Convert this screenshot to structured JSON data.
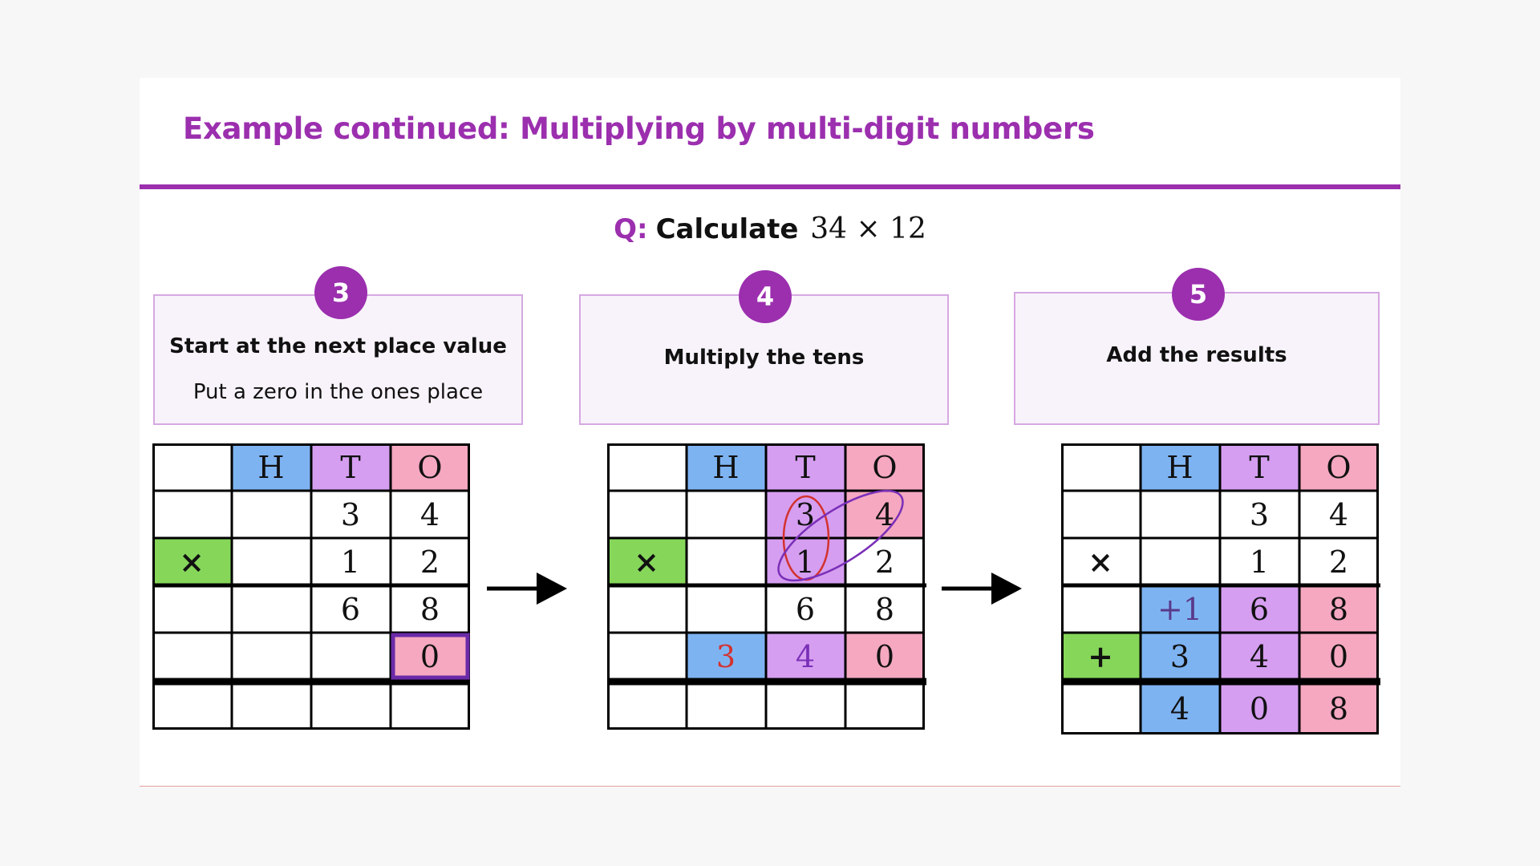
{
  "slide": {
    "title": "Example continued: Multiplying by multi-digit numbers"
  },
  "question": {
    "label": "Q:",
    "text": "Calculate",
    "expression": "34 × 12"
  },
  "colors": {
    "accent": "#9b2fae",
    "hundreds": "#7eb3f2",
    "tens": "#d59ef0",
    "ones": "#f5a8c0",
    "operator": "#86d65a",
    "red": "#d3322f",
    "purple_text": "#7a2fb8"
  },
  "steps": [
    {
      "number": "3",
      "title": "Start at the next place value",
      "subtitle": "Put a zero in the ones place"
    },
    {
      "number": "4",
      "title": "Multiply the tens",
      "subtitle": ""
    },
    {
      "number": "5",
      "title": "Add the results",
      "subtitle": ""
    }
  ],
  "grids": [
    {
      "headers": [
        "",
        "H",
        "T",
        "O"
      ],
      "rows": [
        [
          "",
          "",
          "3",
          "4"
        ],
        [
          "×",
          "",
          "1",
          "2"
        ],
        [
          "",
          "",
          "6",
          "8"
        ],
        [
          "",
          "",
          "",
          "0"
        ],
        [
          "",
          "",
          "",
          ""
        ]
      ]
    },
    {
      "headers": [
        "",
        "H",
        "T",
        "O"
      ],
      "rows": [
        [
          "",
          "",
          "3",
          "4"
        ],
        [
          "×",
          "",
          "1",
          "2"
        ],
        [
          "",
          "",
          "6",
          "8"
        ],
        [
          "",
          "3",
          "4",
          "0"
        ],
        [
          "",
          "",
          "",
          ""
        ]
      ]
    },
    {
      "headers": [
        "",
        "H",
        "T",
        "O"
      ],
      "rows": [
        [
          "",
          "",
          "3",
          "4"
        ],
        [
          "×",
          "",
          "1",
          "2"
        ],
        [
          "",
          "+1",
          "6",
          "8"
        ],
        [
          "+",
          "3",
          "4",
          "0"
        ],
        [
          "",
          "4",
          "0",
          "8"
        ]
      ]
    }
  ]
}
